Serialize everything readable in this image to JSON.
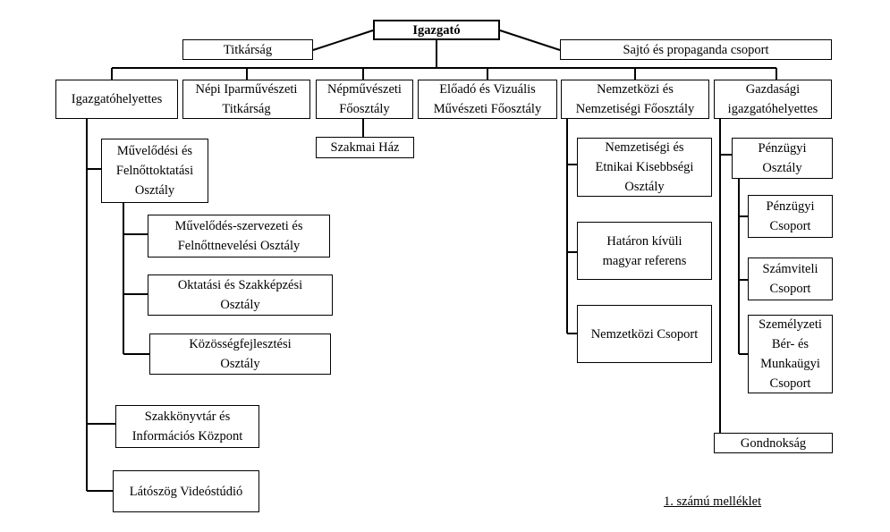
{
  "orgchart": {
    "director": "Igazgató",
    "secretariat": "Titkárság",
    "press_group": "Sajtó és propaganda csoport",
    "deputy_director": "Igazgatóhelyettes",
    "folk_crafts_secretariat": "Népi Iparművészeti\nTitkárság",
    "folk_arts_dept": "Népművészeti\nFőosztály",
    "professional_house": "Szakmai Ház",
    "performing_visual_dept": "Előadó és Vizuális\nMűvészeti Főosztály",
    "international_dept": "Nemzetközi és\nNemzetiségi Főosztály",
    "economic_deputy": "Gazdasági\nigazgatóhelyettes",
    "culture_adult_dept": "Művelődési és\nFelnőttoktatási\nOsztály",
    "cultural_org_dept": "Művelődés-szervezeti és\nFelnőttnevelési Osztály",
    "education_dept": "Oktatási és Szakképzési\nOsztály",
    "community_dept": "Közösségfejlesztési\nOsztály",
    "library_center": "Szakkönyvtár és\nInformációs Központ",
    "video_studio": "Látószög Videóstúdió",
    "ethnic_minority_dept": "Nemzetiségi és\nEtnikai Kisebbségi\nOsztály",
    "cross_border_referent": "Határon kívüli\nmagyar referens",
    "international_group": "Nemzetközi Csoport",
    "finance_dept": "Pénzügyi\nOsztály",
    "finance_group": "Pénzügyi\nCsoport",
    "accounting_group": "Számviteli\nCsoport",
    "hr_group": "Személyzeti\nBér- és\nMunkaügyi\nCsoport",
    "facilities": "Gondnokság"
  },
  "annex_label": "1. számú melléklet"
}
